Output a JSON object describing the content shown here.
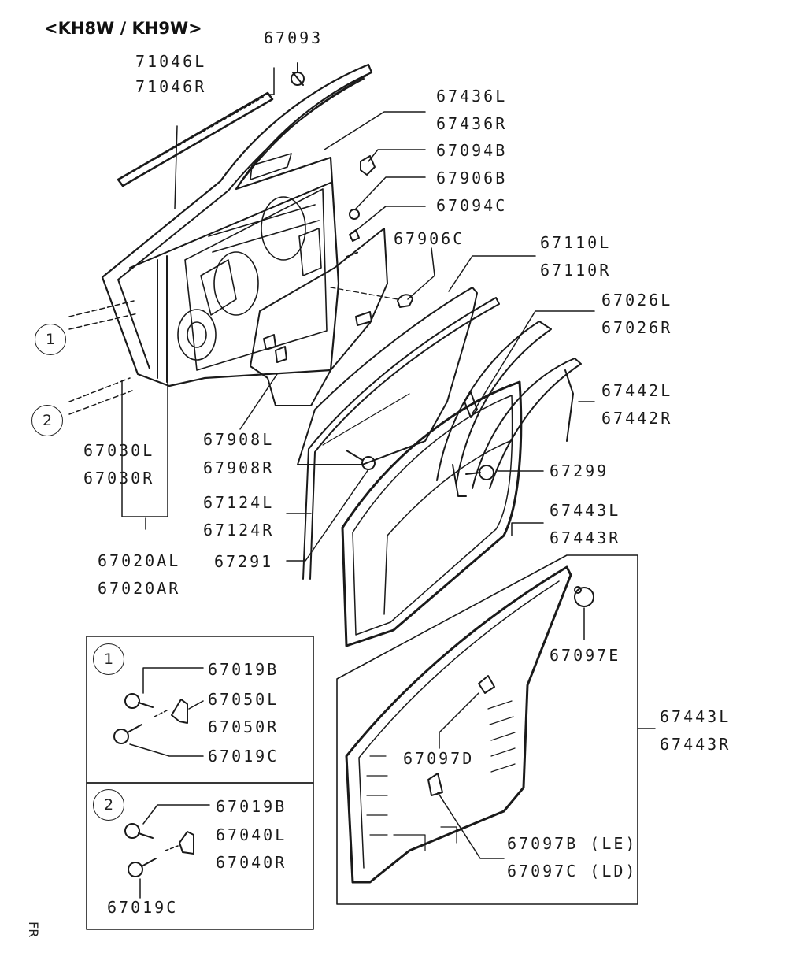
{
  "title": "<KH8W / KH9W>",
  "callouts": {
    "c1": "1",
    "c2": "2"
  },
  "front_marker": "FR",
  "parts": {
    "p71046l": "71046L",
    "p71046r": "71046R",
    "p67093": "67093",
    "p67436l": "67436L",
    "p67436r": "67436R",
    "p67094b": "67094B",
    "p67906b": "67906B",
    "p67094c": "67094C",
    "p67906c": "67906C",
    "p67110l": "67110L",
    "p67110r": "67110R",
    "p67026l": "67026L",
    "p67026r": "67026R",
    "p67442l": "67442L",
    "p67442r": "67442R",
    "p67299": "67299",
    "p67443l_top": "67443L",
    "p67443r_top": "67443R",
    "p67908l": "67908L",
    "p67908r": "67908R",
    "p67124l": "67124L",
    "p67124r": "67124R",
    "p67291": "67291",
    "p67030l": "67030L",
    "p67030r": "67030R",
    "p67020al": "67020AL",
    "p67020ar": "67020AR",
    "p67097e": "67097E",
    "p67443l_bot": "67443L",
    "p67443r_bot": "67443R",
    "p67097d": "67097D",
    "p67097b": "67097B (LE)",
    "p67097c": "67097C (LD)"
  },
  "detail1": {
    "p67019b": "67019B",
    "p67050l": "67050L",
    "p67050r": "67050R",
    "p67019c": "67019C"
  },
  "detail2": {
    "p67019b": "67019B",
    "p67040l": "67040L",
    "p67040r": "67040R",
    "p67019c": "67019C"
  }
}
